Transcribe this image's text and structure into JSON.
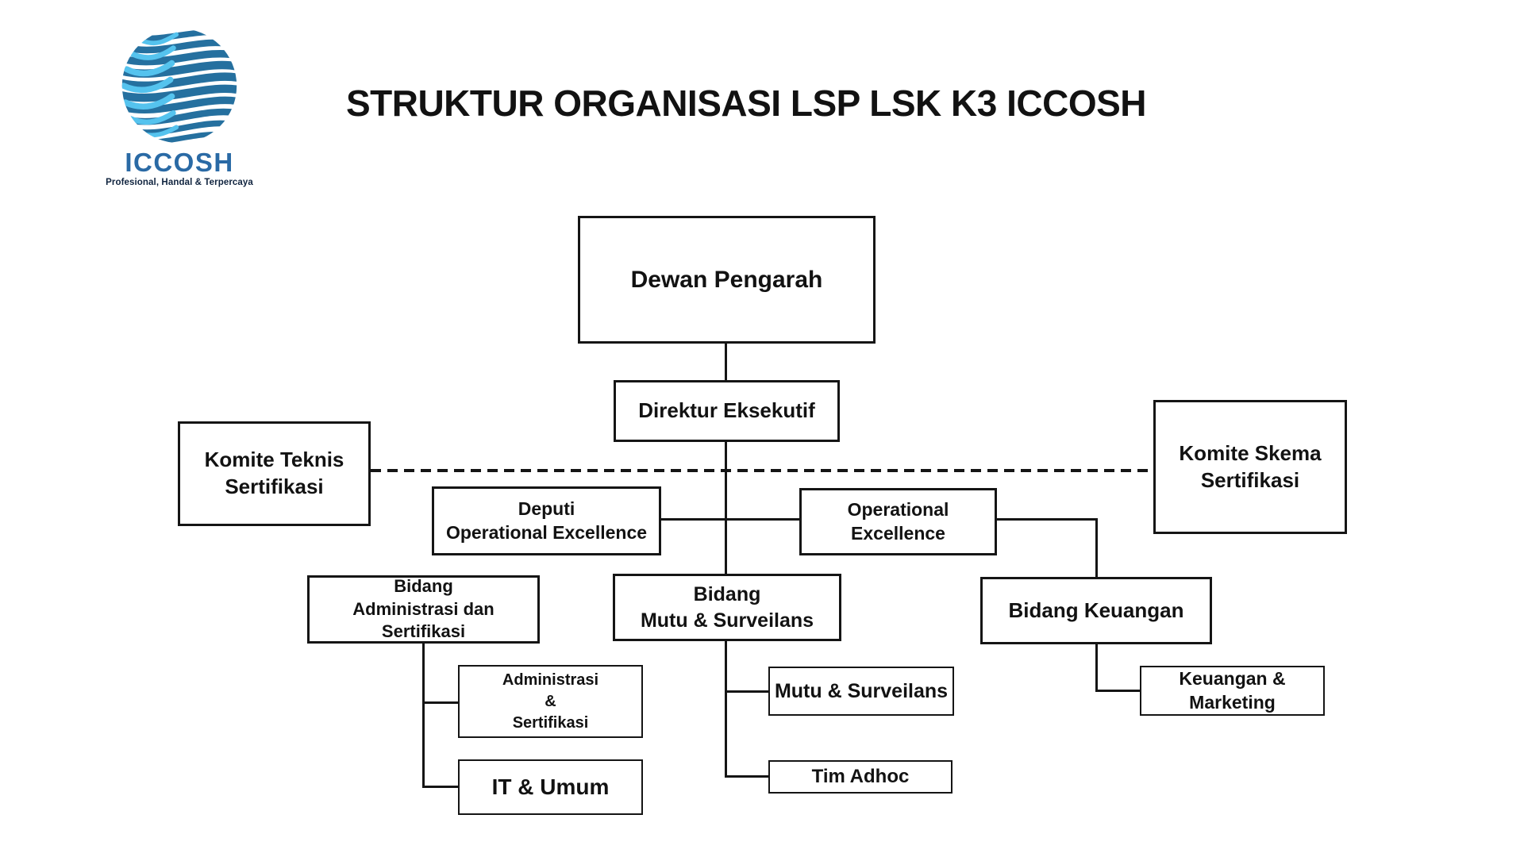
{
  "title": "STRUKTUR ORGANISASI LSP LSK K3 ICCOSH",
  "logo": {
    "word": "ICCOSH",
    "tagline": "Profesional, Handal & Terpercaya",
    "globe_dark_blue": "#25709f",
    "globe_light_blue": "#55c3ee",
    "word_color": "#2a6aa5"
  },
  "colors": {
    "box_border": "#151515",
    "box_background": "#ffffff",
    "text": "#121212",
    "connector": "#151515"
  },
  "nodes": {
    "dewan_pengarah": {
      "lines": [
        "Dewan Pengarah"
      ]
    },
    "direktur_eksekutif": {
      "lines": [
        "Direktur Eksekutif"
      ]
    },
    "komite_teknis": {
      "lines": [
        "Komite Teknis",
        "Sertifikasi"
      ]
    },
    "komite_skema": {
      "lines": [
        "Komite Skema",
        "Sertifikasi"
      ]
    },
    "deputi_oe": {
      "lines": [
        "Deputi",
        "Operational Excellence"
      ]
    },
    "operational_excellence": {
      "lines": [
        "Operational",
        "Excellence"
      ]
    },
    "bidang_admin": {
      "lines": [
        "Bidang",
        "Administrasi dan Sertifikasi"
      ]
    },
    "bidang_mutu": {
      "lines": [
        "Bidang",
        "Mutu & Surveilans"
      ]
    },
    "bidang_keuangan": {
      "lines": [
        "Bidang Keuangan"
      ]
    },
    "administrasi_sertifikasi": {
      "lines": [
        "Administrasi",
        "&",
        "Sertifikasi"
      ]
    },
    "it_umum": {
      "lines": [
        "IT & Umum"
      ]
    },
    "mutu_surveilans": {
      "lines": [
        "Mutu & Surveilans"
      ]
    },
    "tim_adhoc": {
      "lines": [
        "Tim Adhoc"
      ]
    },
    "keuangan_marketing": {
      "lines": [
        "Keuangan & Marketing"
      ]
    }
  }
}
